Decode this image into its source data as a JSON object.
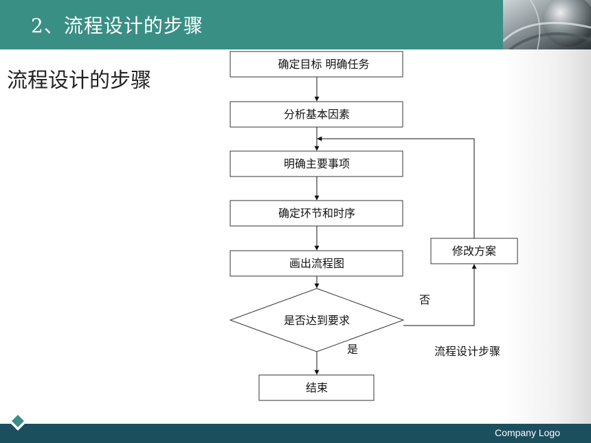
{
  "header": {
    "title": "2、流程设计的步骤"
  },
  "left_heading": "流程设计的步骤",
  "flowchart": {
    "steps": {
      "s1": "确定目标 明确任务",
      "s2": "分析基本因素",
      "s3": "明确主要事项",
      "s4": "确定环节和时序",
      "s5": "画出流程图",
      "decision": "是否达到要求",
      "end": "结束",
      "revise": "修改方案"
    },
    "labels": {
      "no": "否",
      "yes": "是",
      "caption": "流程设计步骤"
    }
  },
  "footer": {
    "logo_text": "Company Logo"
  },
  "colors": {
    "header_bg": "#3a8f85",
    "footer_bg": "#1c4f5e",
    "accent": "#3a8f85"
  }
}
